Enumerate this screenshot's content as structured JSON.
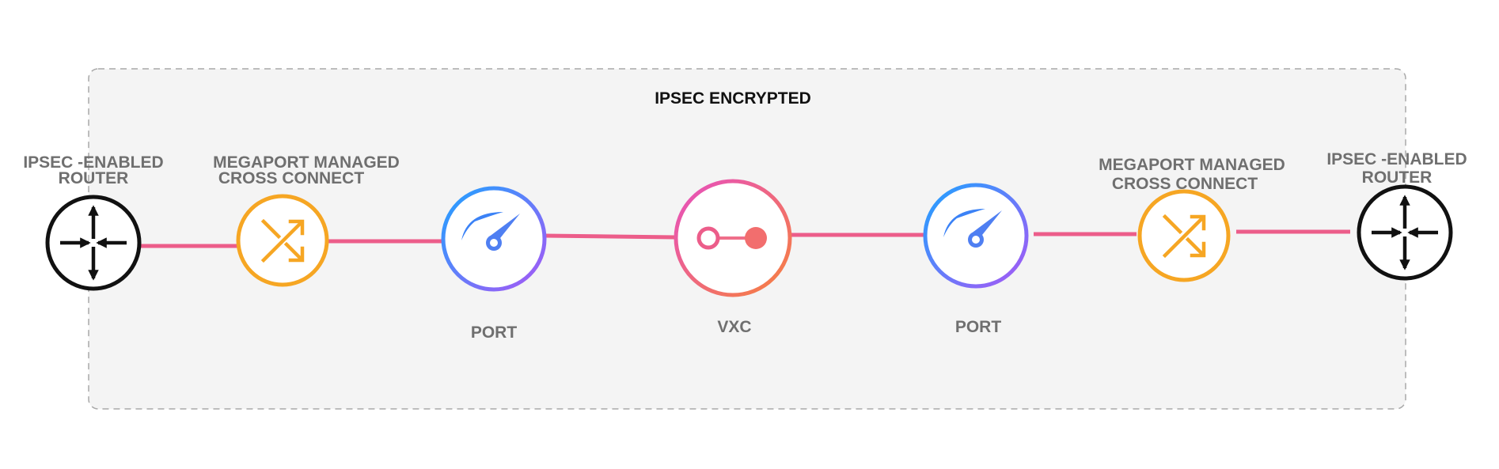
{
  "diagram": {
    "group_title": "IPSEC ENCRYPTED",
    "nodes": {
      "router_left": {
        "label_line1": "IPSEC -ENABLED",
        "label_line2": "ROUTER",
        "icon": "router-icon"
      },
      "xconnect_left": {
        "label_line1": "MEGAPORT MANAGED",
        "label_line2": "CROSS CONNECT",
        "icon": "shuffle-icon"
      },
      "port_left": {
        "label": "PORT",
        "icon": "speedometer-icon"
      },
      "vxc": {
        "label": "VXC",
        "icon": "vxc-link-icon"
      },
      "port_right": {
        "label": "PORT",
        "icon": "speedometer-icon"
      },
      "xconnect_right": {
        "label_line1": "MEGAPORT MANAGED",
        "label_line2": "CROSS CONNECT",
        "icon": "shuffle-icon"
      },
      "router_right": {
        "label_line1": "IPSEC -ENABLED",
        "label_line2": "ROUTER",
        "icon": "router-icon"
      }
    },
    "colors": {
      "connector": "#ec5d8a",
      "group_fill": "#f4f4f4",
      "group_border": "#a9a9a9",
      "router": "#111111",
      "cross_connect": "#f6a623",
      "port_gradient_start": "#1fa3ff",
      "port_gradient_end": "#a857f5",
      "vxc_gradient_start": "#e64fc1",
      "vxc_gradient_end": "#f7813c",
      "label": "#6f6f6f",
      "title": "#111111"
    }
  }
}
